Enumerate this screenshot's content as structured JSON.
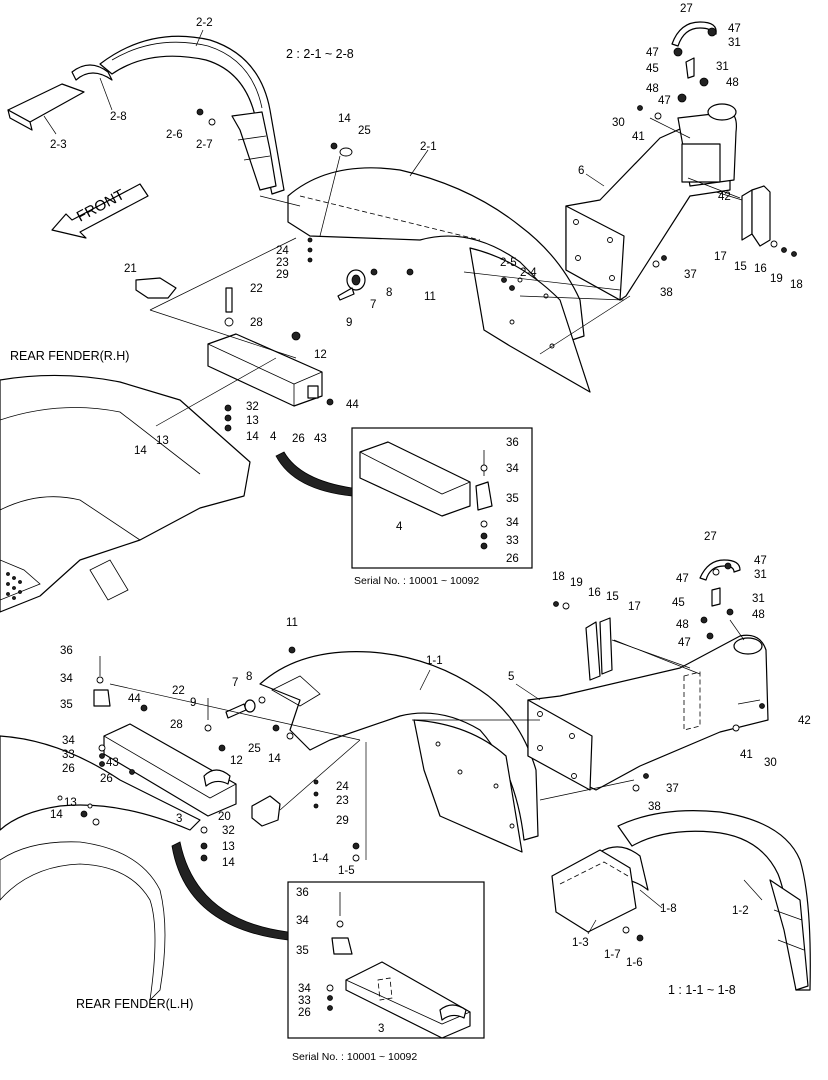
{
  "captions": {
    "rh_title": "REAR FENDER(R.H)",
    "lh_title": "REAR FENDER(L.H)",
    "rh_range": "2 : 2-1 ~ 2-8",
    "lh_range": "1 : 1-1 ~ 1-8",
    "front": "FRONT",
    "serial_rh": "Serial No. : 10001 ~ 10092",
    "serial_lh": "Serial No. : 10001 ~ 10092"
  },
  "labels_rh": [
    {
      "id": "rh-2-2",
      "text": "2-2"
    },
    {
      "id": "rh-2-8",
      "text": "2-8"
    },
    {
      "id": "rh-2-3",
      "text": "2-3"
    },
    {
      "id": "rh-2-6",
      "text": "2-6"
    },
    {
      "id": "rh-2-7",
      "text": "2-7"
    },
    {
      "id": "rh-14a",
      "text": "14"
    },
    {
      "id": "rh-25",
      "text": "25"
    },
    {
      "id": "rh-2-1",
      "text": "2-1"
    },
    {
      "id": "rh-2-5",
      "text": "2-5"
    },
    {
      "id": "rh-2-4",
      "text": "2-4"
    },
    {
      "id": "rh-24",
      "text": "24"
    },
    {
      "id": "rh-23",
      "text": "23"
    },
    {
      "id": "rh-29",
      "text": "29"
    },
    {
      "id": "rh-21",
      "text": "21"
    },
    {
      "id": "rh-22",
      "text": "22"
    },
    {
      "id": "rh-28",
      "text": "28"
    },
    {
      "id": "rh-7",
      "text": "7"
    },
    {
      "id": "rh-8",
      "text": "8"
    },
    {
      "id": "rh-9",
      "text": "9"
    },
    {
      "id": "rh-11",
      "text": "11"
    },
    {
      "id": "rh-12",
      "text": "12"
    },
    {
      "id": "rh-44",
      "text": "44"
    },
    {
      "id": "rh-32",
      "text": "32"
    },
    {
      "id": "rh-13a",
      "text": "13"
    },
    {
      "id": "rh-14b",
      "text": "14"
    },
    {
      "id": "rh-4",
      "text": "4"
    },
    {
      "id": "rh-26",
      "text": "26"
    },
    {
      "id": "rh-43",
      "text": "43"
    },
    {
      "id": "rh-13b",
      "text": "13"
    },
    {
      "id": "rh-14c",
      "text": "14"
    },
    {
      "id": "rh-27",
      "text": "27"
    },
    {
      "id": "rh-47a",
      "text": "47"
    },
    {
      "id": "rh-31a",
      "text": "31"
    },
    {
      "id": "rh-47b",
      "text": "47"
    },
    {
      "id": "rh-45",
      "text": "45"
    },
    {
      "id": "rh-31b",
      "text": "31"
    },
    {
      "id": "rh-48a",
      "text": "48"
    },
    {
      "id": "rh-48b",
      "text": "48"
    },
    {
      "id": "rh-47c",
      "text": "47"
    },
    {
      "id": "rh-30",
      "text": "30"
    },
    {
      "id": "rh-41",
      "text": "41"
    },
    {
      "id": "rh-6",
      "text": "6"
    },
    {
      "id": "rh-42",
      "text": "42"
    },
    {
      "id": "rh-17",
      "text": "17"
    },
    {
      "id": "rh-15",
      "text": "15"
    },
    {
      "id": "rh-16",
      "text": "16"
    },
    {
      "id": "rh-19",
      "text": "19"
    },
    {
      "id": "rh-18",
      "text": "18"
    },
    {
      "id": "rh-37",
      "text": "37"
    },
    {
      "id": "rh-38",
      "text": "38"
    }
  ],
  "labels_rh_inset": [
    {
      "id": "rhi-36",
      "text": "36"
    },
    {
      "id": "rhi-34a",
      "text": "34"
    },
    {
      "id": "rhi-35",
      "text": "35"
    },
    {
      "id": "rhi-4",
      "text": "4"
    },
    {
      "id": "rhi-34b",
      "text": "34"
    },
    {
      "id": "rhi-33",
      "text": "33"
    },
    {
      "id": "rhi-26",
      "text": "26"
    }
  ],
  "labels_lh": [
    {
      "id": "lh-18",
      "text": "18"
    },
    {
      "id": "lh-19",
      "text": "19"
    },
    {
      "id": "lh-16",
      "text": "16"
    },
    {
      "id": "lh-15",
      "text": "15"
    },
    {
      "id": "lh-17",
      "text": "17"
    },
    {
      "id": "lh-27",
      "text": "27"
    },
    {
      "id": "lh-47a",
      "text": "47"
    },
    {
      "id": "lh-31a",
      "text": "31"
    },
    {
      "id": "lh-47b",
      "text": "47"
    },
    {
      "id": "lh-45",
      "text": "45"
    },
    {
      "id": "lh-31b",
      "text": "31"
    },
    {
      "id": "lh-48a",
      "text": "48"
    },
    {
      "id": "lh-48b",
      "text": "48"
    },
    {
      "id": "lh-47c",
      "text": "47"
    },
    {
      "id": "lh-11",
      "text": "11"
    },
    {
      "id": "lh-1-1",
      "text": "1-1"
    },
    {
      "id": "lh-5",
      "text": "5"
    },
    {
      "id": "lh-42",
      "text": "42"
    },
    {
      "id": "lh-41",
      "text": "41"
    },
    {
      "id": "lh-30",
      "text": "30"
    },
    {
      "id": "lh-36",
      "text": "36"
    },
    {
      "id": "lh-34a",
      "text": "34"
    },
    {
      "id": "lh-35",
      "text": "35"
    },
    {
      "id": "lh-44",
      "text": "44"
    },
    {
      "id": "lh-22",
      "text": "22"
    },
    {
      "id": "lh-7",
      "text": "7"
    },
    {
      "id": "lh-8",
      "text": "8"
    },
    {
      "id": "lh-9",
      "text": "9"
    },
    {
      "id": "lh-28",
      "text": "28"
    },
    {
      "id": "lh-34b",
      "text": "34"
    },
    {
      "id": "lh-33",
      "text": "33"
    },
    {
      "id": "lh-26a",
      "text": "26"
    },
    {
      "id": "lh-43",
      "text": "43"
    },
    {
      "id": "lh-26b",
      "text": "26"
    },
    {
      "id": "lh-25",
      "text": "25"
    },
    {
      "id": "lh-14a",
      "text": "14"
    },
    {
      "id": "lh-12",
      "text": "12"
    },
    {
      "id": "lh-24",
      "text": "24"
    },
    {
      "id": "lh-23",
      "text": "23"
    },
    {
      "id": "lh-29",
      "text": "29"
    },
    {
      "id": "lh-13a",
      "text": "13"
    },
    {
      "id": "lh-14b",
      "text": "14"
    },
    {
      "id": "lh-3",
      "text": "3"
    },
    {
      "id": "lh-20",
      "text": "20"
    },
    {
      "id": "lh-32",
      "text": "32"
    },
    {
      "id": "lh-13b",
      "text": "13"
    },
    {
      "id": "lh-14c",
      "text": "14"
    },
    {
      "id": "lh-1-4",
      "text": "1-4"
    },
    {
      "id": "lh-1-5",
      "text": "1-5"
    },
    {
      "id": "lh-37",
      "text": "37"
    },
    {
      "id": "lh-38",
      "text": "38"
    },
    {
      "id": "lh-1-2",
      "text": "1-2"
    },
    {
      "id": "lh-1-8",
      "text": "1-8"
    },
    {
      "id": "lh-1-3",
      "text": "1-3"
    },
    {
      "id": "lh-1-7",
      "text": "1-7"
    },
    {
      "id": "lh-1-6",
      "text": "1-6"
    }
  ],
  "labels_lh_inset": [
    {
      "id": "lhi-36",
      "text": "36"
    },
    {
      "id": "lhi-34a",
      "text": "34"
    },
    {
      "id": "lhi-35",
      "text": "35"
    },
    {
      "id": "lhi-34b",
      "text": "34"
    },
    {
      "id": "lhi-33",
      "text": "33"
    },
    {
      "id": "lhi-26",
      "text": "26"
    },
    {
      "id": "lhi-3",
      "text": "3"
    }
  ]
}
